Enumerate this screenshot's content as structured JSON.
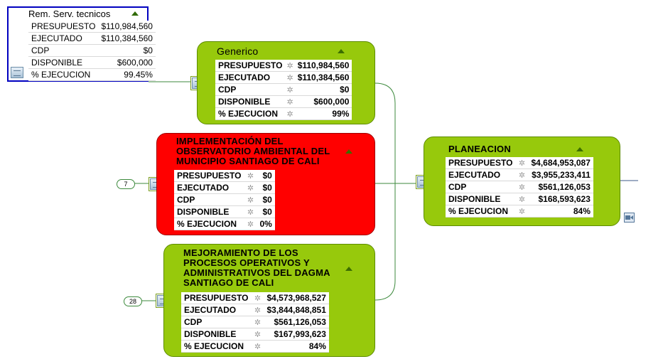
{
  "nodes": {
    "rem": {
      "title": "Rem. Serv. tecnicos",
      "rows": [
        {
          "label": "PRESUPUESTO",
          "value": "$110,984,560"
        },
        {
          "label": "EJECUTADO",
          "value": "$110,384,560"
        },
        {
          "label": "CDP",
          "value": "$0"
        },
        {
          "label": "DISPONIBLE",
          "value": "$600,000"
        },
        {
          "label": "% EJECUCION",
          "value": "99.45%"
        }
      ]
    },
    "generico": {
      "title": "Generico",
      "rows": [
        {
          "label": "PRESUPUESTO",
          "value": "$110,984,560"
        },
        {
          "label": "EJECUTADO",
          "value": "$110,384,560"
        },
        {
          "label": "CDP",
          "value": "$0"
        },
        {
          "label": "DISPONIBLE",
          "value": "$600,000"
        },
        {
          "label": "% EJECUCION",
          "value": "99%"
        }
      ]
    },
    "implementacion": {
      "title": "IMPLEMENTACIÓN DEL OBSERVATORIO AMBIENTAL DEL MUNICIPIO SANTIAGO DE CALI",
      "count": "7",
      "rows": [
        {
          "label": "PRESUPUESTO",
          "value": "$0"
        },
        {
          "label": "EJECUTADO",
          "value": "$0"
        },
        {
          "label": "CDP",
          "value": "$0"
        },
        {
          "label": "DISPONIBLE",
          "value": "$0"
        },
        {
          "label": "% EJECUCION",
          "value": "0%"
        }
      ]
    },
    "mejoramiento": {
      "title": "MEJORAMIENTO DE LOS PROCESOS OPERATIVOS Y ADMINISTRATIVOS DEL DAGMA SANTIAGO DE CALI",
      "count": "28",
      "rows": [
        {
          "label": "PRESUPUESTO",
          "value": "$4,573,968,527"
        },
        {
          "label": "EJECUTADO",
          "value": "$3,844,848,851"
        },
        {
          "label": "CDP",
          "value": "$561,126,053"
        },
        {
          "label": "DISPONIBLE",
          "value": "$167,993,623"
        },
        {
          "label": "% EJECUCION",
          "value": "84%"
        }
      ]
    },
    "planeacion": {
      "title": "PLANEACION",
      "rows": [
        {
          "label": "PRESUPUESTO",
          "value": "$4,684,953,087"
        },
        {
          "label": "EJECUTADO",
          "value": "$3,955,233,411"
        },
        {
          "label": "CDP",
          "value": "$561,126,053"
        },
        {
          "label": "DISPONIBLE",
          "value": "$168,593,623"
        },
        {
          "label": "% EJECUCION",
          "value": "84%"
        }
      ]
    }
  },
  "colors": {
    "green_node": "#97c90c",
    "red_node": "#ff0000",
    "selection_border": "#0000c0",
    "connector": "#3d8a3d"
  },
  "icons": {
    "row_icon": "gear-icon",
    "node_icon": "notes-icon",
    "collapse_icon": "triangle-up-icon",
    "video_icon": "video-icon"
  }
}
